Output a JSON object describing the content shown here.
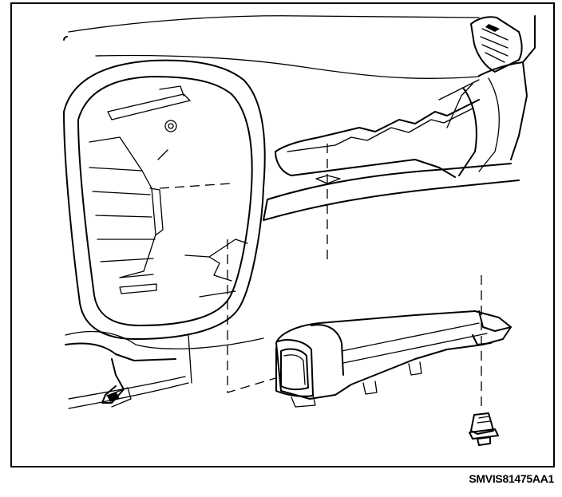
{
  "figure": {
    "reference_code": "SMVIS81475AA1",
    "colors": {
      "line": "#000000",
      "background": "#ffffff"
    },
    "parts": [
      {
        "name": "instrument-panel",
        "icon": "dashboard-outline"
      },
      {
        "name": "air-vent",
        "icon": "vent-grille"
      },
      {
        "name": "cluster-opening",
        "icon": "cluster-bezel"
      },
      {
        "name": "air-duct",
        "icon": "duct"
      },
      {
        "name": "push-pin-fastener",
        "icon": "push-pin"
      },
      {
        "name": "bracket-clip",
        "icon": "clip"
      }
    ]
  }
}
